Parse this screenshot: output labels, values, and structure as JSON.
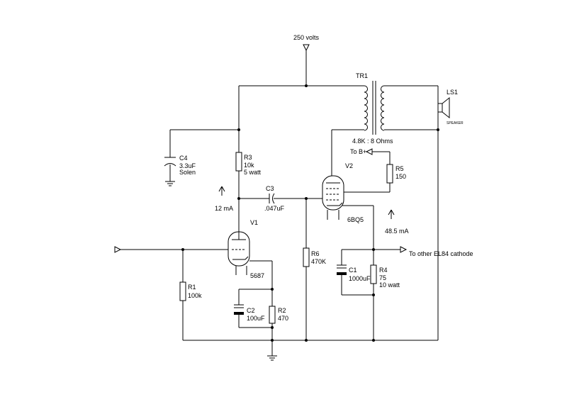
{
  "supply": {
    "label": "250 volts"
  },
  "transformer": {
    "ref": "TR1",
    "ratio": "4.8K : 8 Ohms"
  },
  "speaker": {
    "ref": "LS1",
    "name": "SPEAKER"
  },
  "tube_output": {
    "ref": "V2",
    "type": "6BQ5",
    "current": "48.5 mA"
  },
  "tube_input": {
    "ref": "V1",
    "type": "5687",
    "current": "12 mA"
  },
  "to_bplus": "To B+",
  "to_other_cathode": "To other EL84 cathode",
  "components": {
    "r1": {
      "ref": "R1",
      "value": "100k"
    },
    "r2": {
      "ref": "R2",
      "value": "470"
    },
    "r3": {
      "ref": "R3",
      "value": "10k",
      "rating": "5 watt"
    },
    "r4": {
      "ref": "R4",
      "value": "75",
      "rating": "10 watt"
    },
    "r5": {
      "ref": "R5",
      "value": "150"
    },
    "r6": {
      "ref": "R6",
      "value": "470K"
    },
    "c1": {
      "ref": "C1",
      "value": "1000uF"
    },
    "c2": {
      "ref": "C2",
      "value": "100uF"
    },
    "c3": {
      "ref": "C3",
      "value": ".047uF"
    },
    "c4": {
      "ref": "C4",
      "value": "3.3uF",
      "brand": "Solen"
    }
  }
}
